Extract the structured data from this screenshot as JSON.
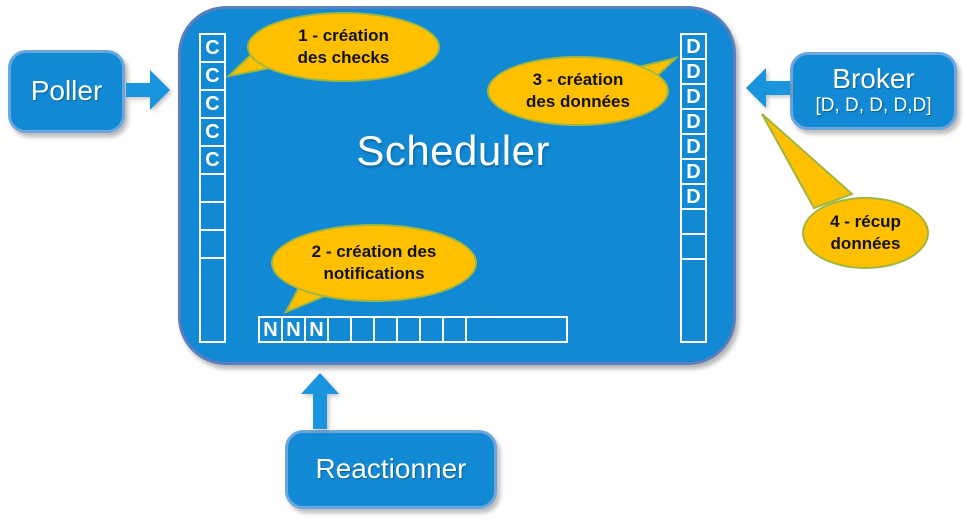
{
  "scheduler": {
    "title": "Scheduler"
  },
  "nodes": {
    "poller": {
      "label": "Poller"
    },
    "broker": {
      "label": "Broker",
      "sublabel": "[D, D, D, D,D]"
    },
    "reactionner": {
      "label": "Reactionner"
    }
  },
  "queues": {
    "checks": {
      "name": "checks-queue",
      "cells": [
        "C",
        "C",
        "C",
        "C",
        "C",
        "",
        "",
        "",
        ""
      ]
    },
    "data": {
      "name": "data-queue",
      "cells": [
        "D",
        "D",
        "D",
        "D",
        "D",
        "D",
        "D",
        "",
        "",
        ""
      ]
    },
    "notifications": {
      "name": "notifications-queue",
      "cells": [
        "N",
        "N",
        "N",
        "",
        "",
        "",
        "",
        "",
        "",
        ""
      ]
    }
  },
  "bubbles": [
    {
      "line1": "1 - création",
      "line2": "des checks"
    },
    {
      "line1": "2 - création des",
      "line2": "notifications"
    },
    {
      "line1": "3 - création",
      "line2": "des données"
    },
    {
      "line1": "4 - récup",
      "line2": "données"
    }
  ],
  "colors": {
    "node_fill": "#1189D4",
    "node_border": "#6ca6de",
    "scheduler_border": "#5b7fbe",
    "bubble_fill": "#FFC000",
    "bubble_border": "#9fb73f",
    "queue_border": "#ffffff",
    "text_on_blue": "#ffffff",
    "text_on_bubble": "#111111"
  }
}
